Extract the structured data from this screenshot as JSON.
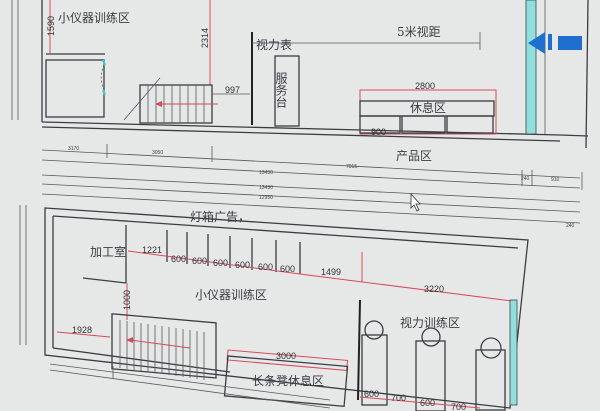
{
  "upper_plan": {
    "rooms": {
      "small_instrument": "小仪器训练区",
      "eye_chart": "视力表",
      "five_m": "5米视距",
      "service_desk": "服务台",
      "rest": "休息区",
      "product": "产品区"
    },
    "dims": {
      "d1590": "1590",
      "d2314": "2314",
      "d997": "997",
      "d2800": "2800",
      "d900": "900",
      "d3170": "3170",
      "d3050": "3050",
      "d13430a": "13430",
      "d7015": "7015",
      "d240a": "240",
      "d910": "910",
      "d13430b": "13430",
      "d12950": "12950",
      "d240b": "240"
    }
  },
  "lower_plan": {
    "rooms": {
      "lightbox": "灯箱广告，",
      "workshop": "加工室",
      "small_instrument": "小仪器训练区",
      "vision_training": "视力训练区",
      "bench_rest": "长条凳休息区"
    },
    "dims": {
      "d1221": "1221",
      "shelves": [
        "600",
        "600",
        "600",
        "600",
        "600",
        "600"
      ],
      "d1499": "1499",
      "d3220": "3220",
      "d1000": "1000",
      "d1928": "1928",
      "d3000": "3000",
      "bottom": [
        "600",
        "700",
        "600",
        "700"
      ]
    }
  },
  "colors": {
    "wall": "#3a3d42",
    "dimension_red": "#d9485a",
    "window_cyan": "#7fd8d8",
    "arrow_blue": "#1f6fd0"
  }
}
